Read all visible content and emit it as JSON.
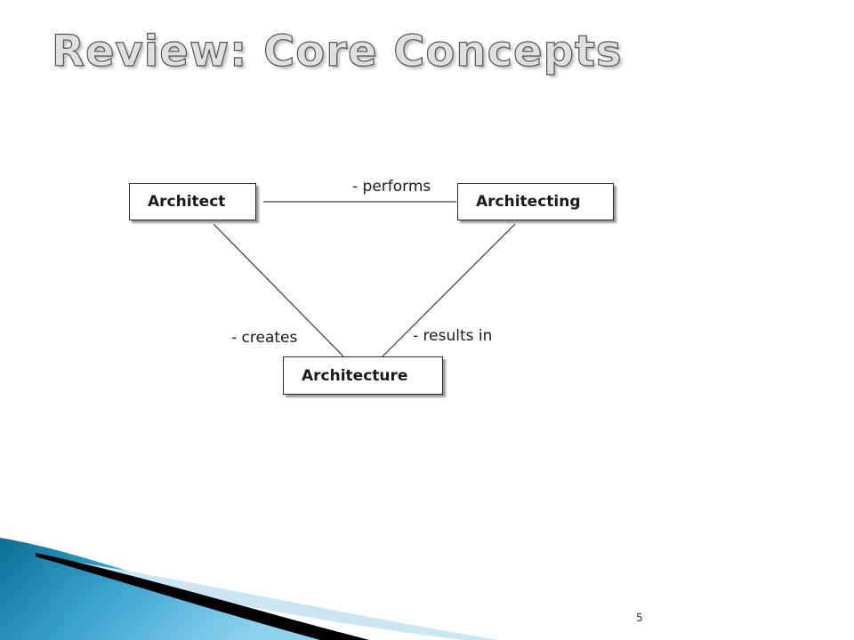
{
  "slide": {
    "title": "Review: Core Concepts",
    "page_number": "5"
  },
  "diagram": {
    "nodes": {
      "architect": "Architect",
      "architecting": "Architecting",
      "architecture": "Architecture"
    },
    "edges": {
      "performs": "- performs",
      "creates": "- creates",
      "results_in": "- results in"
    }
  },
  "colors": {
    "swoosh_dark": "#0b6f94",
    "swoosh_light": "#6cc4e6",
    "swoosh_band": "#000000"
  }
}
